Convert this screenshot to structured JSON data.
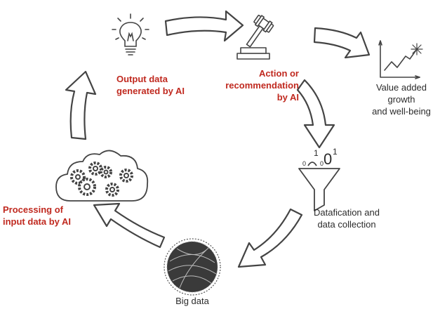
{
  "diagram": {
    "stages": [
      {
        "id": "output",
        "lines": [
          "Output data",
          "generated by AI"
        ],
        "icon": "lightbulb-icon",
        "emphasis": true
      },
      {
        "id": "action",
        "lines": [
          "Action or",
          "recommendation",
          "by AI"
        ],
        "icon": "gavel-icon",
        "emphasis": true
      },
      {
        "id": "value",
        "lines": [
          "Value added",
          "growth",
          "and well-being"
        ],
        "icon": "growth-chart-icon",
        "emphasis": false
      },
      {
        "id": "datafication",
        "lines": [
          "Datafication and",
          "data collection"
        ],
        "icon": "funnel-icon",
        "emphasis": false
      },
      {
        "id": "bigdata",
        "lines": [
          "Big data"
        ],
        "icon": "big-data-ball-icon",
        "emphasis": false
      },
      {
        "id": "processing",
        "lines": [
          "Processing of",
          "input data by AI"
        ],
        "icon": "cloud-gears-icon",
        "emphasis": true
      }
    ],
    "binary_digits": [
      "0",
      "1",
      "0",
      "0",
      "1"
    ],
    "colors": {
      "emphasis": "#c0291f",
      "text": "#2b2b2b",
      "arrow_stroke": "#444444",
      "arrow_fill": "#ffffff"
    }
  }
}
